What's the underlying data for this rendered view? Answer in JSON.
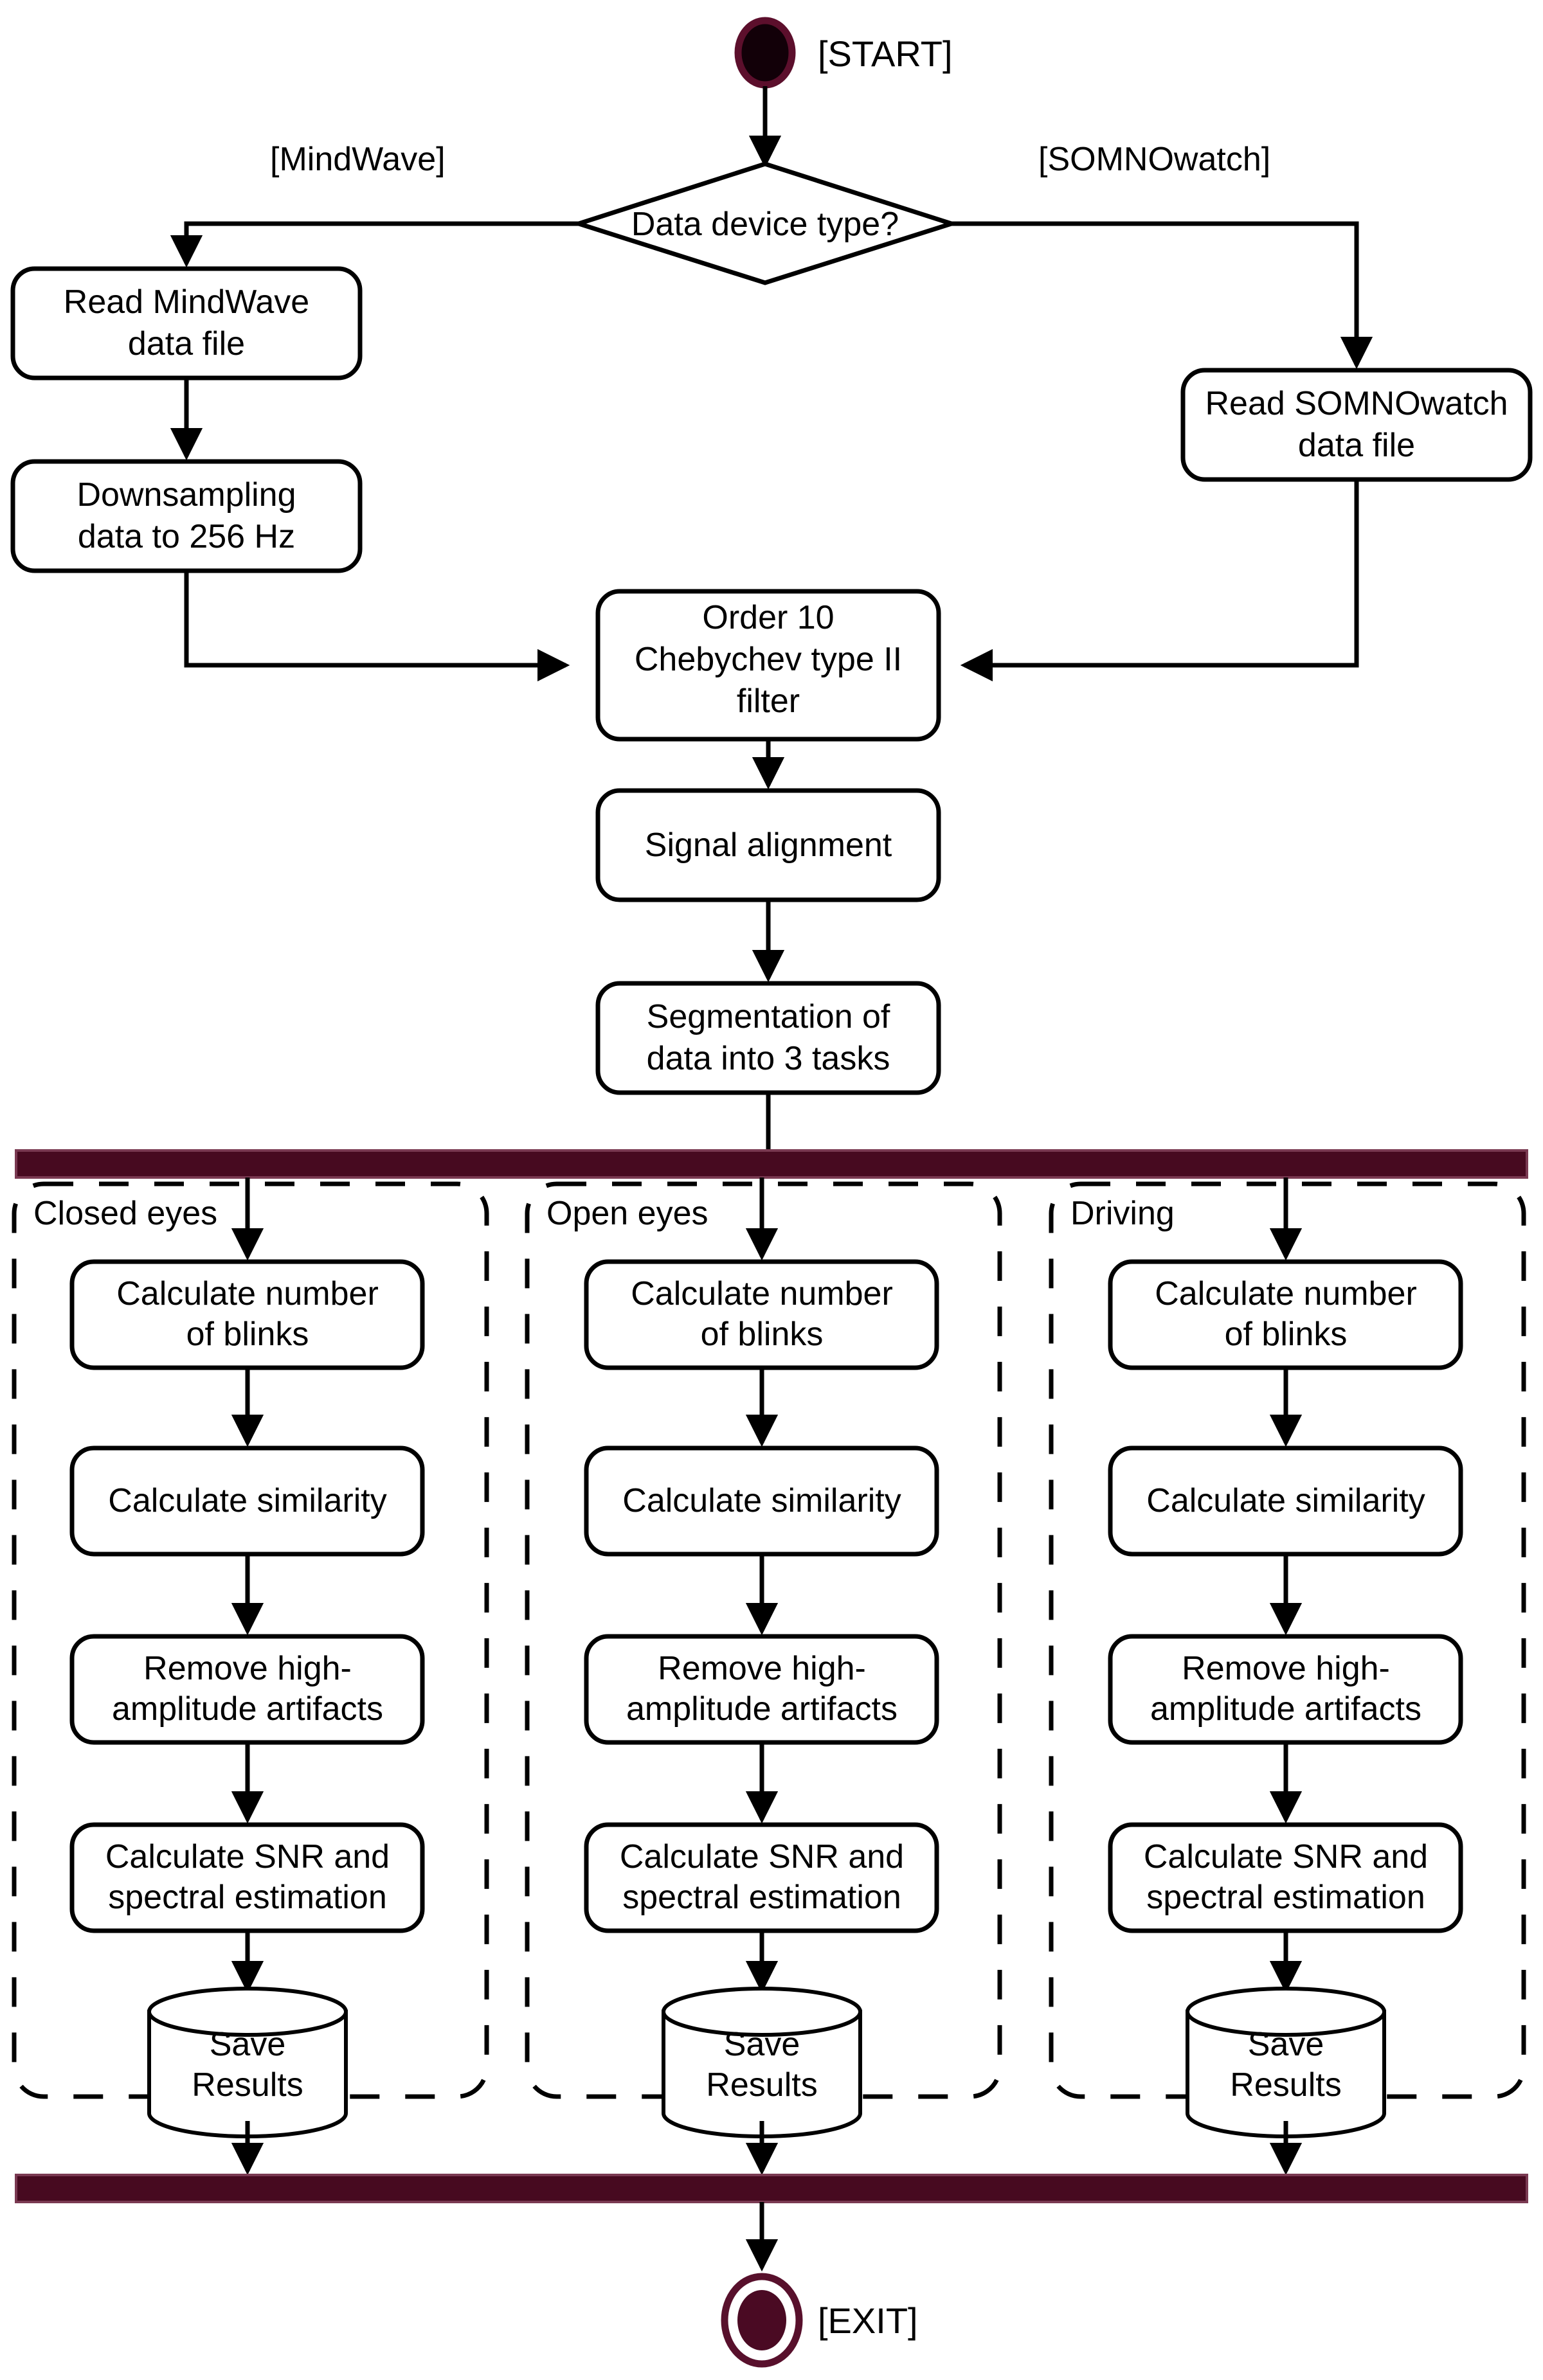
{
  "diagram": {
    "type": "uml-activity-diagram",
    "title": "EEG signal processing activity diagram",
    "colors": {
      "accent_maroon": "#470a20",
      "accent_maroon_edge": "#7a3a52",
      "node_stroke": "#000000",
      "node_fill": "#ffffff",
      "background": "#ffffff"
    },
    "endpoints": {
      "start_label": "[START]",
      "exit_label": "[EXIT]"
    },
    "decision": {
      "label": "Data device type?",
      "guards": {
        "left": "[MindWave]",
        "right": "[SOMNOwatch]"
      }
    },
    "nodes": {
      "read_mindwave": [
        "Read MindWave",
        "data file"
      ],
      "downsampling": [
        "Downsampling",
        "data to 256 Hz"
      ],
      "read_somnowatch": [
        "Read SOMNOwatch",
        "data file"
      ],
      "filter": [
        "Order 10",
        "Chebychev type II",
        "filter"
      ],
      "signal_alignment": [
        "Signal alignment"
      ],
      "segmentation": [
        "Segmentation of",
        "data into 3 tasks"
      ]
    },
    "lanes": [
      {
        "label": "Closed eyes",
        "steps": [
          [
            "Calculate number",
            "of blinks"
          ],
          [
            "Calculate similarity"
          ],
          [
            "Remove high-",
            "amplitude artifacts"
          ],
          [
            "Calculate SNR and",
            "spectral estimation"
          ]
        ],
        "datastore": [
          "Save",
          "Results"
        ]
      },
      {
        "label": "Open eyes",
        "steps": [
          [
            "Calculate number",
            "of blinks"
          ],
          [
            "Calculate similarity"
          ],
          [
            "Remove high-",
            "amplitude artifacts"
          ],
          [
            "Calculate SNR and",
            "spectral estimation"
          ]
        ],
        "datastore": [
          "Save",
          "Results"
        ]
      },
      {
        "label": "Driving",
        "steps": [
          [
            "Calculate number",
            "of blinks"
          ],
          [
            "Calculate similarity"
          ],
          [
            "Remove high-",
            "amplitude artifacts"
          ],
          [
            "Calculate SNR and",
            "spectral estimation"
          ]
        ],
        "datastore": [
          "Save",
          "Results"
        ]
      }
    ]
  }
}
